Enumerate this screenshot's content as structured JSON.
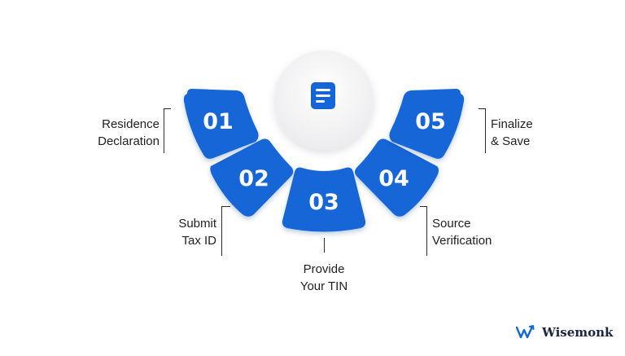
{
  "diagram": {
    "center_icon": "document-icon",
    "colors": {
      "segment": "#1466d8",
      "center_disc": "#f2f2f3",
      "icon": "#1466d8",
      "text": "#1f1f1f"
    },
    "steps": [
      {
        "number": "01",
        "label": "Residence\nDeclaration"
      },
      {
        "number": "02",
        "label": "Submit\nTax ID"
      },
      {
        "number": "03",
        "label": "Provide\nYour TIN"
      },
      {
        "number": "04",
        "label": "Source\nVerification"
      },
      {
        "number": "05",
        "label": "Finalize\n& Save"
      }
    ]
  },
  "brand": {
    "name": "Wisemonk",
    "icon": "wisemonk-logo-icon"
  }
}
